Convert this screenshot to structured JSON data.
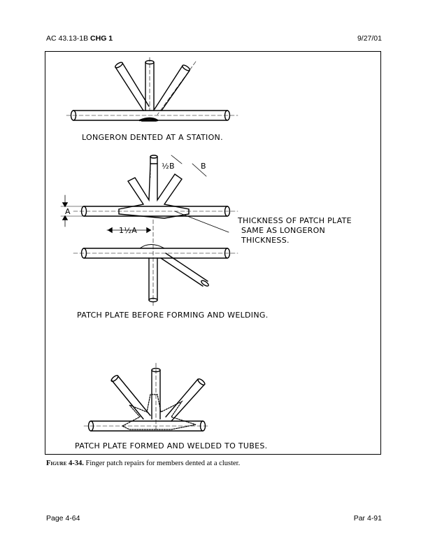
{
  "header": {
    "doc_id": "AC 43.13-1B",
    "doc_change": "CHG 1",
    "date": "9/27/01"
  },
  "figure": {
    "label_1": "LONGERON DENTED AT A STATION.",
    "label_thickness_1": "THICKNESS OF PATCH PLATE",
    "label_thickness_2": "SAME AS LONGERON",
    "label_thickness_3": "THICKNESS.",
    "label_2": "PATCH PLATE BEFORE FORMING AND WELDING.",
    "label_3": "PATCH PLATE FORMED AND WELDED TO TUBES.",
    "dim_a": "A",
    "dim_b": "B",
    "dim_half_b": "½B",
    "dim_half_a": "1½A"
  },
  "caption": {
    "label": "Figure 4-34.",
    "text": "Finger patch repairs for members dented at a cluster."
  },
  "footer": {
    "page": "Page 4-64",
    "par": "Par 4-91"
  }
}
